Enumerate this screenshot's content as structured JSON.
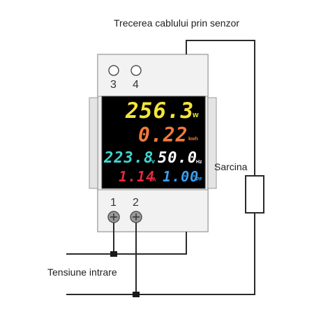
{
  "labels": {
    "top": "Trecerea cablului prin senzor",
    "load": "Sarcina",
    "input": "Tensiune intrare"
  },
  "meter": {
    "terminals_top": [
      "3",
      "4"
    ],
    "terminals_bottom": [
      "1",
      "2"
    ],
    "display": {
      "power": {
        "value": "256.3",
        "unit": "w",
        "color": "#f5e43a"
      },
      "energy": {
        "value": "0.22",
        "unit": "kwh",
        "color": "#f07a3c"
      },
      "voltage": {
        "value": "223.8",
        "unit": "v",
        "color": "#3fd6d0"
      },
      "frequency": {
        "value": "50.0",
        "unit": "Hz",
        "color": "#ffffff"
      },
      "current": {
        "value": "1.14",
        "unit": "A",
        "color": "#e8283c"
      },
      "power_factor": {
        "value": "1.00",
        "unit": "PF",
        "color": "#3aa0f0"
      }
    }
  },
  "colors": {
    "wire": "#2a2a2a",
    "housing": "#ececec",
    "screen": "#000000"
  }
}
